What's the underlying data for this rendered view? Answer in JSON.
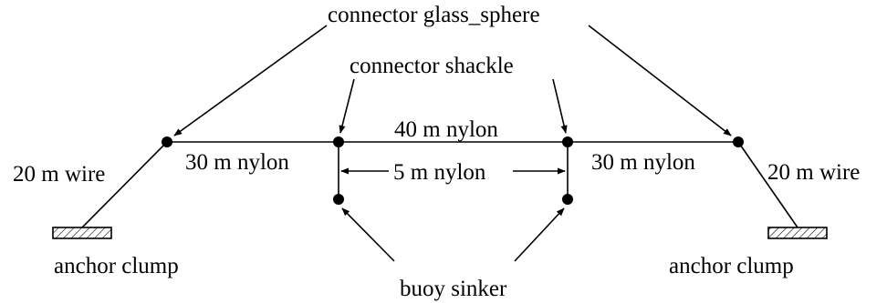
{
  "labels": {
    "glass_sphere": "connector glass_sphere",
    "shackle": "connector shackle",
    "nylon_40": "40 m nylon",
    "nylon_30_left": "30 m nylon",
    "nylon_30_right": "30 m nylon",
    "nylon_5": "5 m nylon",
    "wire_left": "20 m wire",
    "wire_right": "20 m wire",
    "anchor_left": "anchor clump",
    "anchor_right": "anchor clump",
    "buoy_sinker": "buoy sinker"
  }
}
